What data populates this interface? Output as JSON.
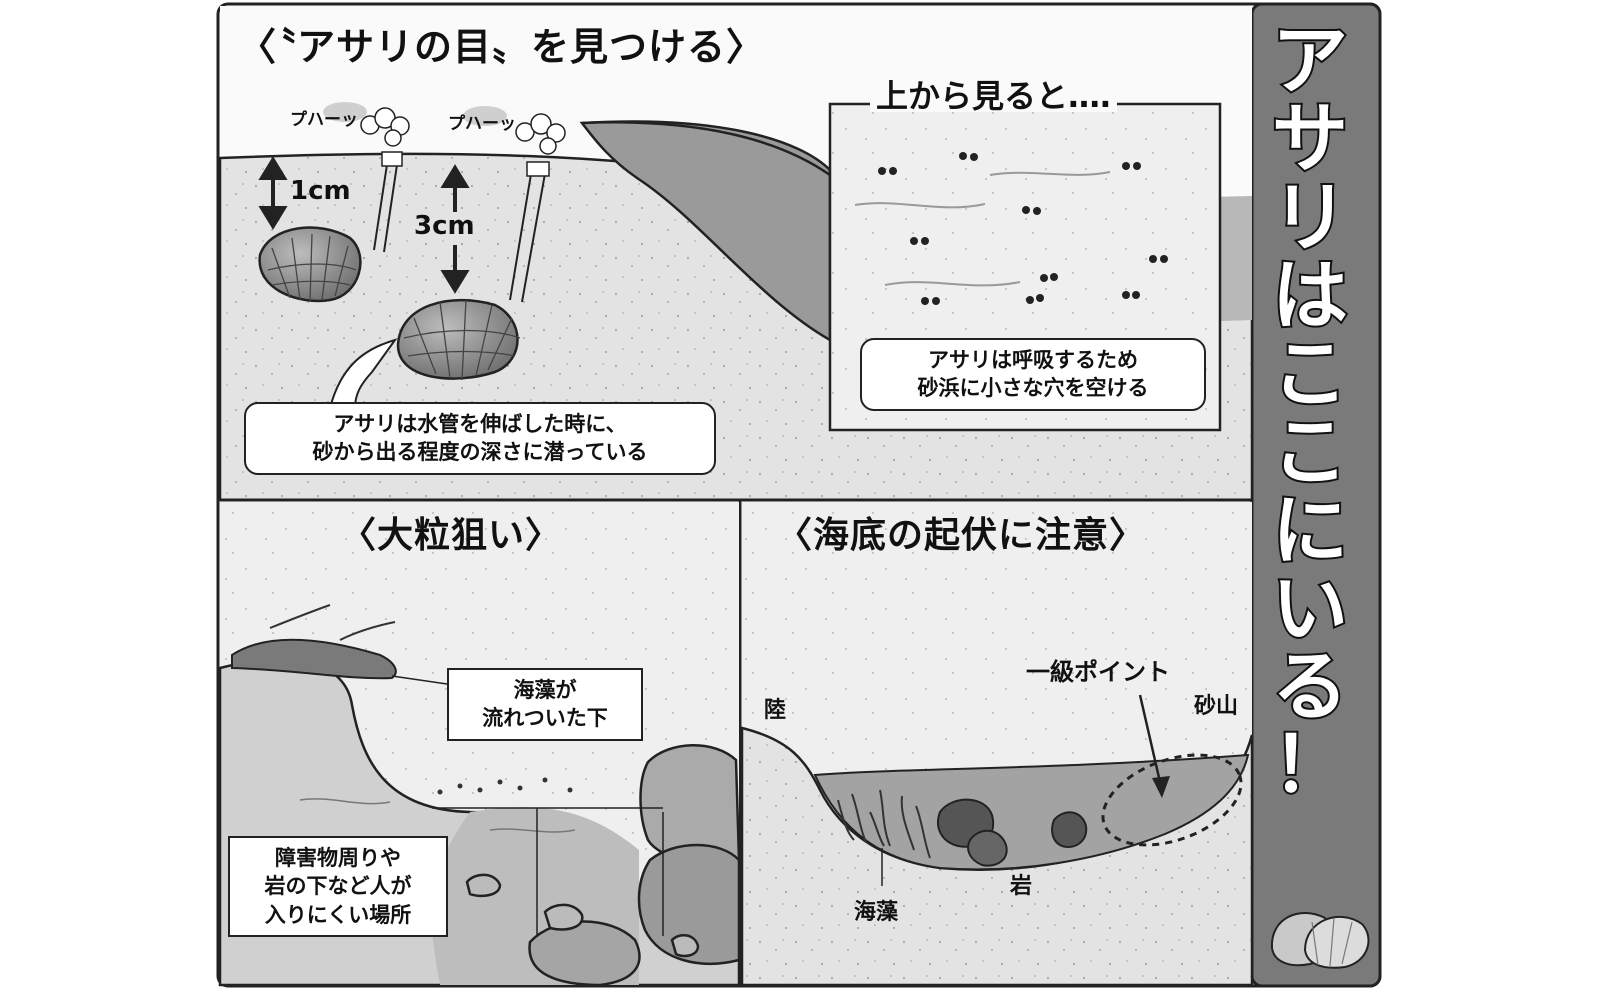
{
  "sidebar": {
    "title_chars": [
      "ア",
      "サ",
      "リ",
      "は",
      "こ",
      "こ",
      "に",
      "い",
      "る",
      "！"
    ],
    "bg_color": "#7a7a7a"
  },
  "panel_top": {
    "heading": "〈〝アサリの目〟を見つける〉",
    "puff_labels": [
      "プハーッ",
      "プハーッ"
    ],
    "depth_1": "1cm",
    "depth_2": "3cm",
    "note_left": [
      "アサリは水管を伸ばした時に、",
      "砂から出る程度の深さに潜っている"
    ],
    "inset_heading": "上から見ると‥‥",
    "note_inset": [
      "アサリは呼吸するため",
      "砂浜に小さな穴を空ける"
    ]
  },
  "panel_left": {
    "heading": "〈大粒狙い〉",
    "note_seaweed": [
      "海藻が",
      "流れついた下"
    ],
    "note_rocks": [
      "障害物周りや",
      "岩の下など人が",
      "入りにくい場所"
    ]
  },
  "panel_right": {
    "heading": "〈海底の起伏に注意〉",
    "label_land": "陸",
    "label_point": "一級ポイント",
    "label_sandhill": "砂山",
    "label_seaweed": "海藻",
    "label_rock": "岩"
  },
  "colors": {
    "sand": "#e2e2e2",
    "water": "#b5b5b5",
    "shell": "#8c8c8c",
    "rock": "#555555",
    "border": "#222222"
  }
}
